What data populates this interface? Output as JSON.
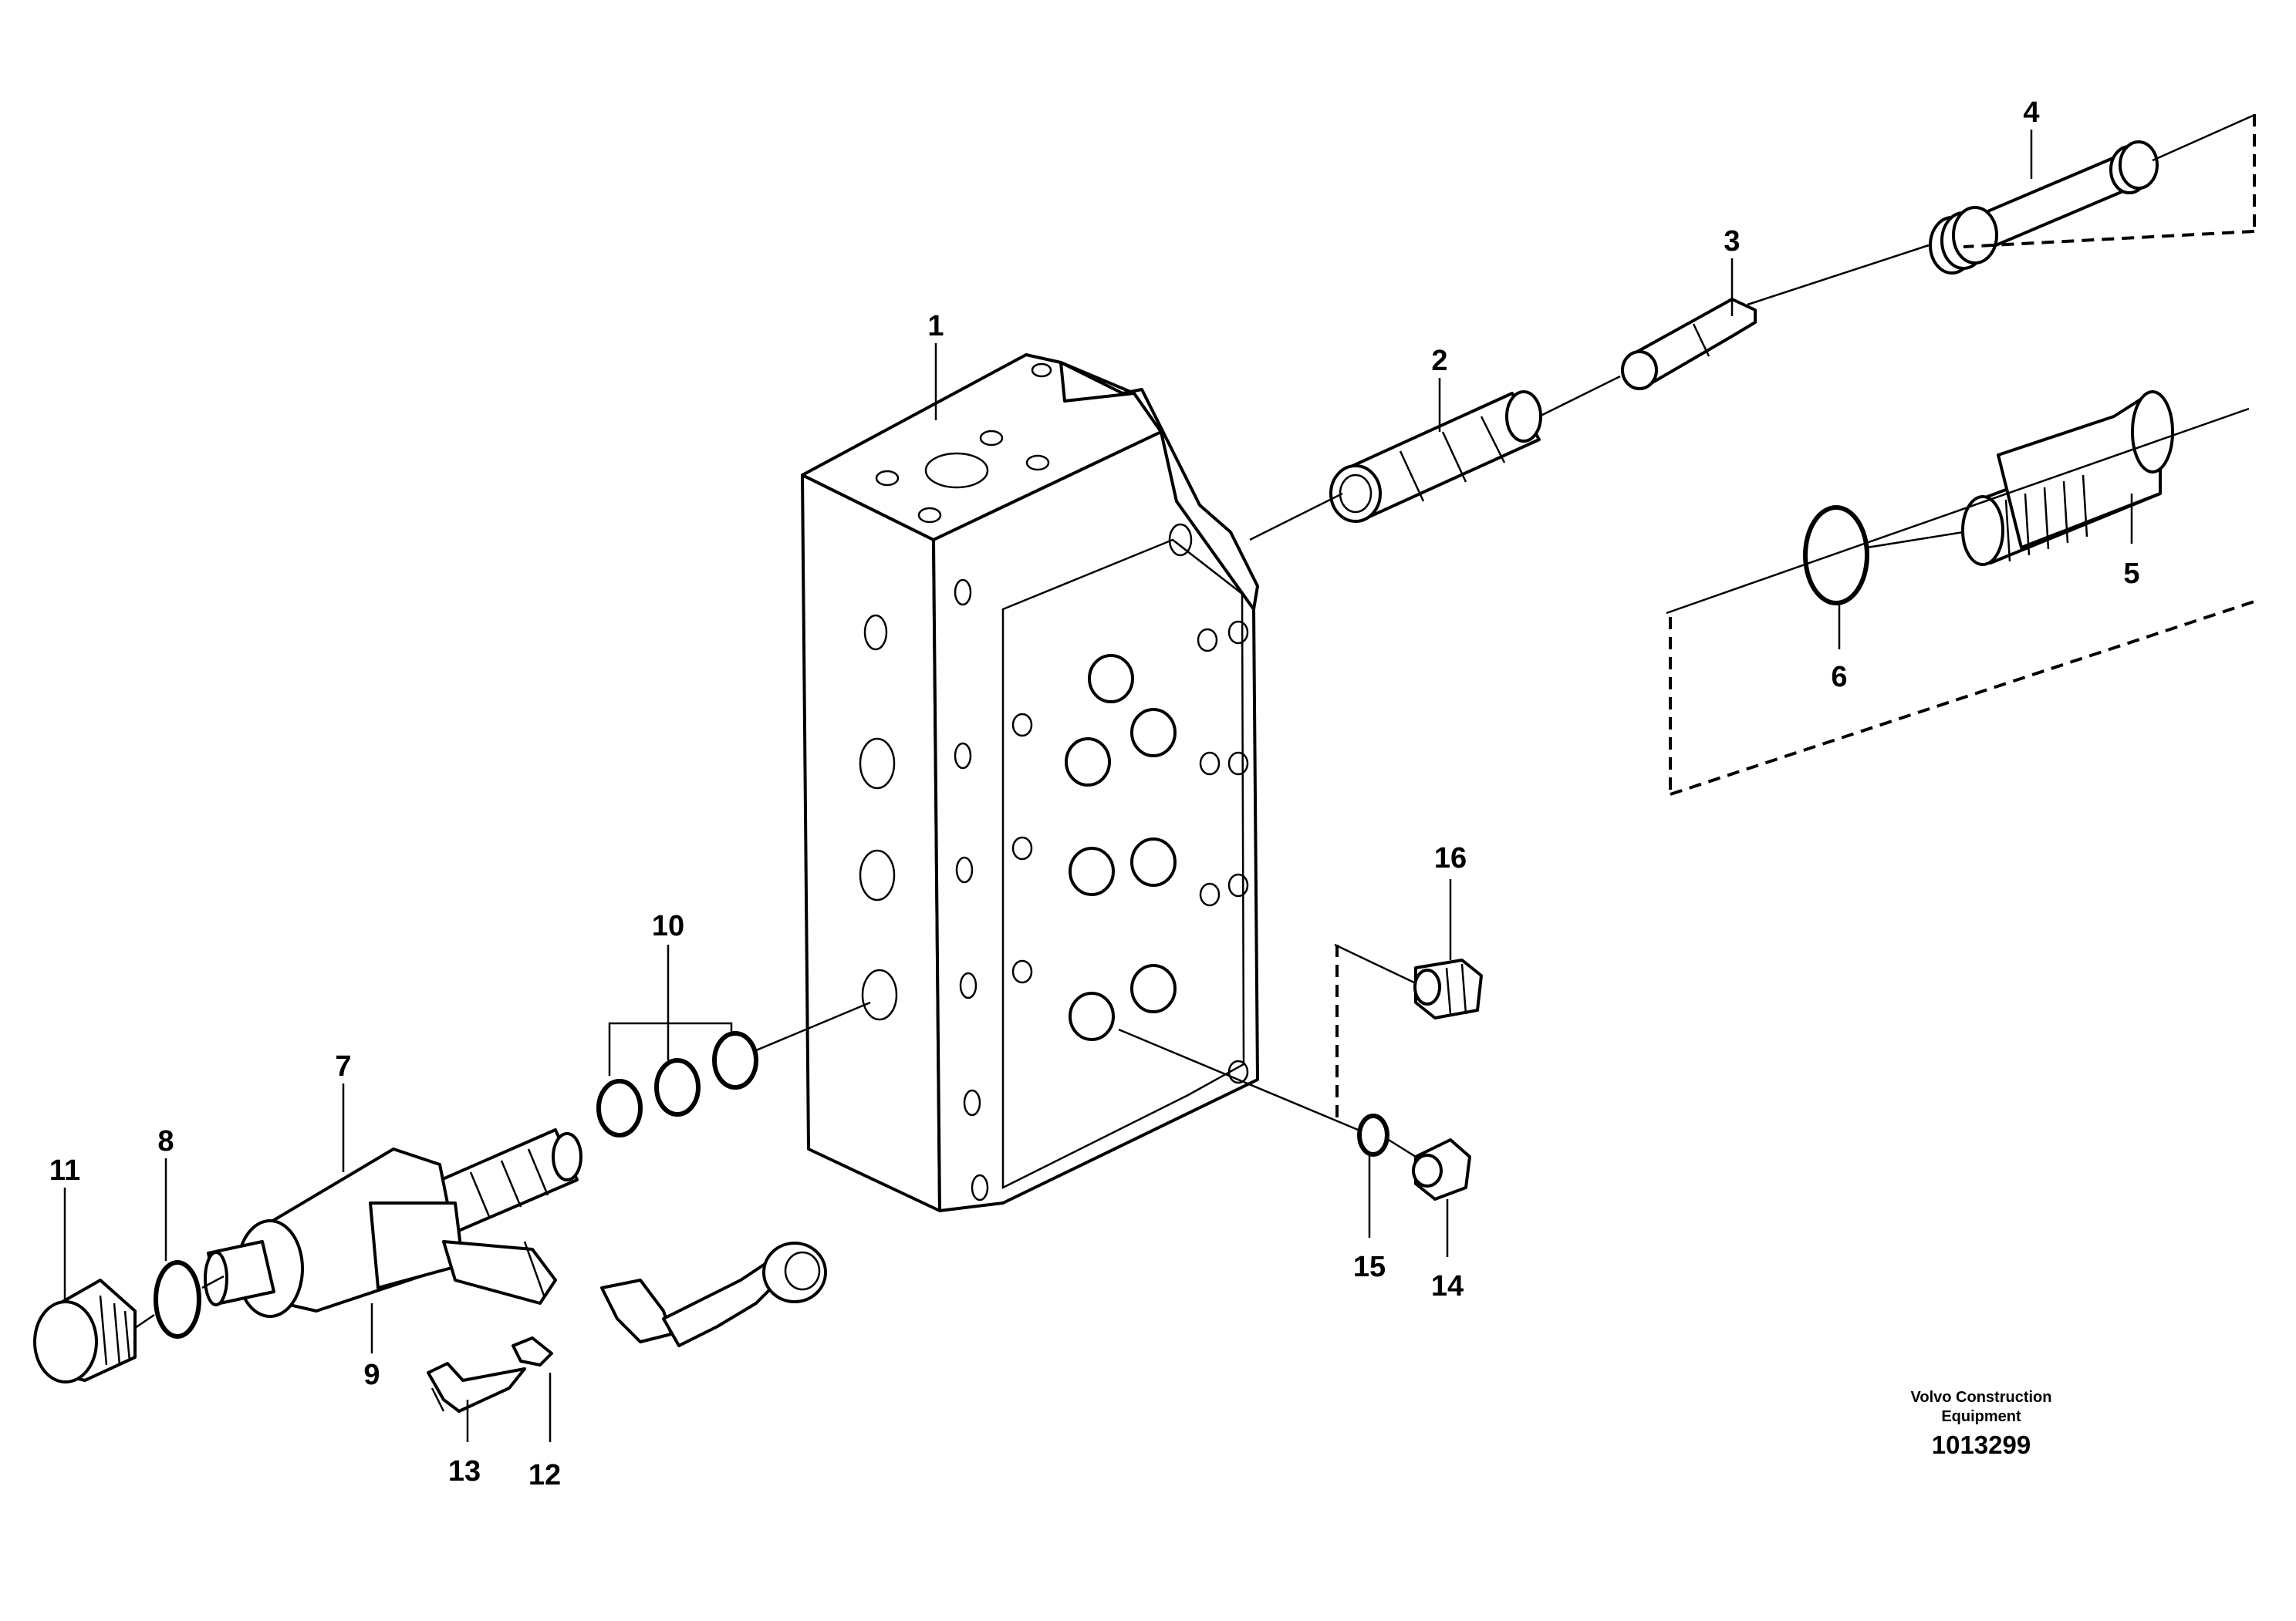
{
  "callouts": {
    "c1": "1",
    "c2": "2",
    "c3": "3",
    "c4": "4",
    "c5": "5",
    "c6": "6",
    "c7": "7",
    "c8": "8",
    "c9": "9",
    "c10": "10",
    "c11": "11",
    "c12": "12",
    "c13": "13",
    "c14": "14",
    "c15": "15",
    "c16": "16"
  },
  "credit": {
    "line1": "Volvo Construction",
    "line2": "Equipment",
    "doc_number": "1013299"
  },
  "colors": {
    "line": "#000000",
    "background": "#ffffff"
  }
}
